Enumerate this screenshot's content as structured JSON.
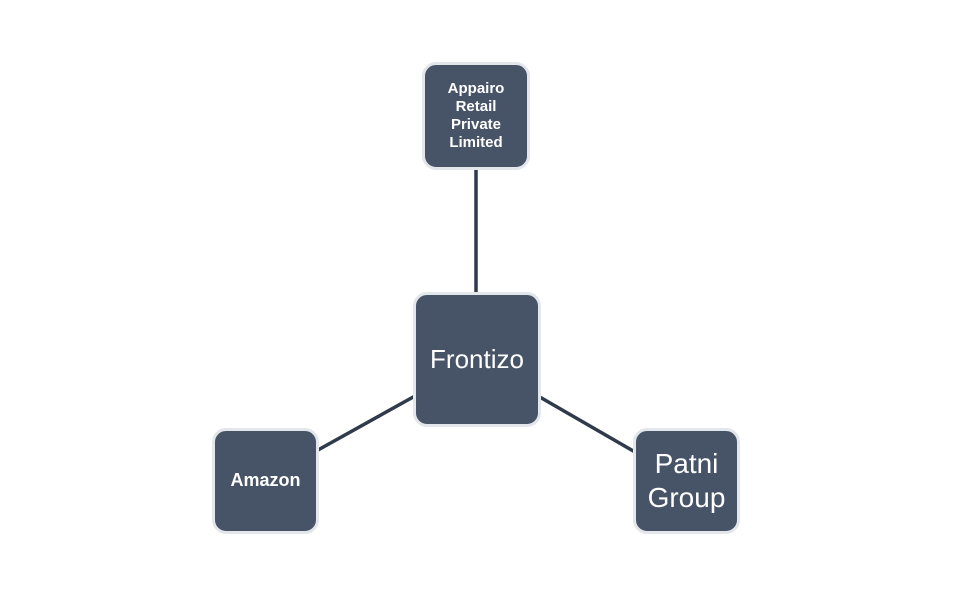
{
  "diagram": {
    "center": {
      "label": "Frontizo"
    },
    "top": {
      "label": "Appairo Retail Private Limited"
    },
    "left": {
      "label": "Amazon"
    },
    "right": {
      "label": "Patni Group"
    }
  },
  "colors": {
    "node_fill": "#475467",
    "node_border": "#e3e6ea",
    "connector": "#2f3a4a",
    "text": "#ffffff",
    "background": "#ffffff"
  }
}
